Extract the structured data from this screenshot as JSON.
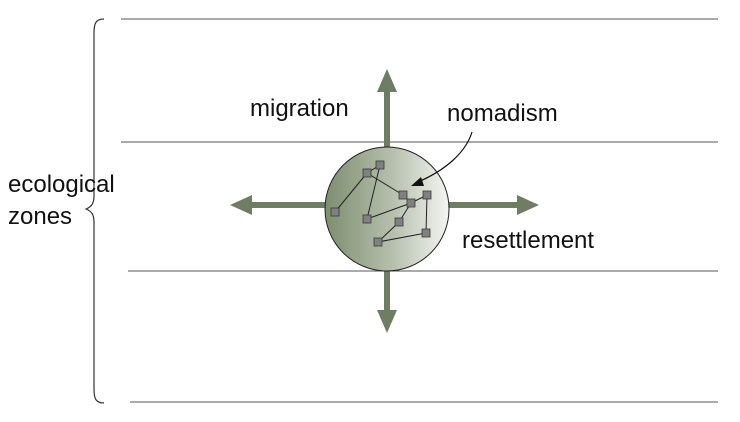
{
  "labels": {
    "migration": "migration",
    "nomadism": "nomadism",
    "resettlement": "resettlement",
    "ecological_line1": "ecological",
    "ecological_line2": "zones"
  },
  "colors": {
    "arrow": "#6f7d64",
    "zone_line": "#555555",
    "node_fill": "#7f7f7f",
    "node_stroke": "#3c3c3c",
    "sphere_dark": "#8a9a7c",
    "sphere_light": "#f3f4f1"
  }
}
